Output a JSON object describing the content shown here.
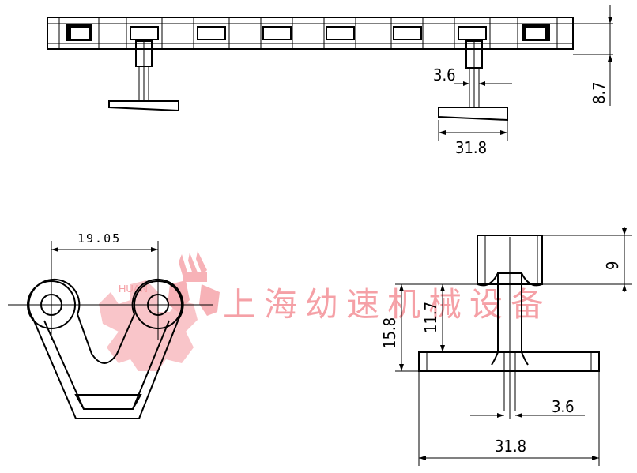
{
  "watermark": {
    "company_text": "上海幼速机械设备",
    "latin_text": "HUAN",
    "color": "#f5a0a6"
  },
  "dimensions": {
    "top_pin_diameter": "3.6",
    "top_height": "8.7",
    "top_base_width": "31.8",
    "link_pitch": "19.05",
    "side_top_height": "9",
    "side_total_height": "15.8",
    "side_pin_height": "11.7",
    "side_pin_diameter": "3.6",
    "side_base_width": "31.8"
  }
}
